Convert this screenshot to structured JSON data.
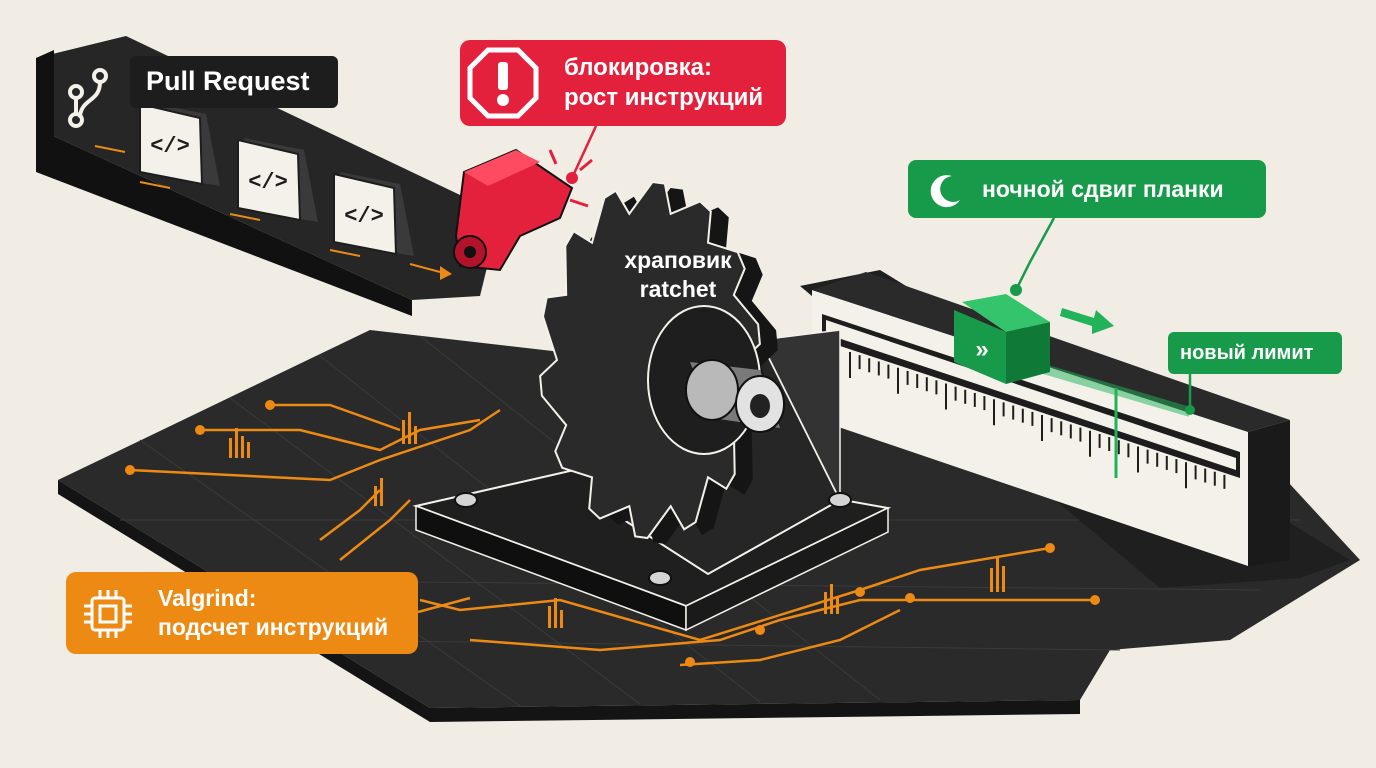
{
  "labels": {
    "pull_request": "Pull Request",
    "block_line1": "блокировка:",
    "block_line2": "рост инструкций",
    "ratchet_line1": "храповик",
    "ratchet_line2": "ratchet",
    "night_shift": "ночной сдвиг планки",
    "new_limit": "новый лимит",
    "valgrind_line1": "Valgrind:",
    "valgrind_line2": "подсчет инструкций",
    "code_glyph": "</>",
    "shift_glyph": "»"
  },
  "icons": {
    "pr": "git-branch-icon",
    "block": "warning-octagon-icon",
    "night": "moon-icon",
    "valgrind": "cpu-chip-icon"
  },
  "colors": {
    "background": "#f1ede4",
    "dark": "#1d1d1d",
    "red": "#e3213c",
    "green": "#179a4a",
    "orange": "#ec8a14"
  }
}
